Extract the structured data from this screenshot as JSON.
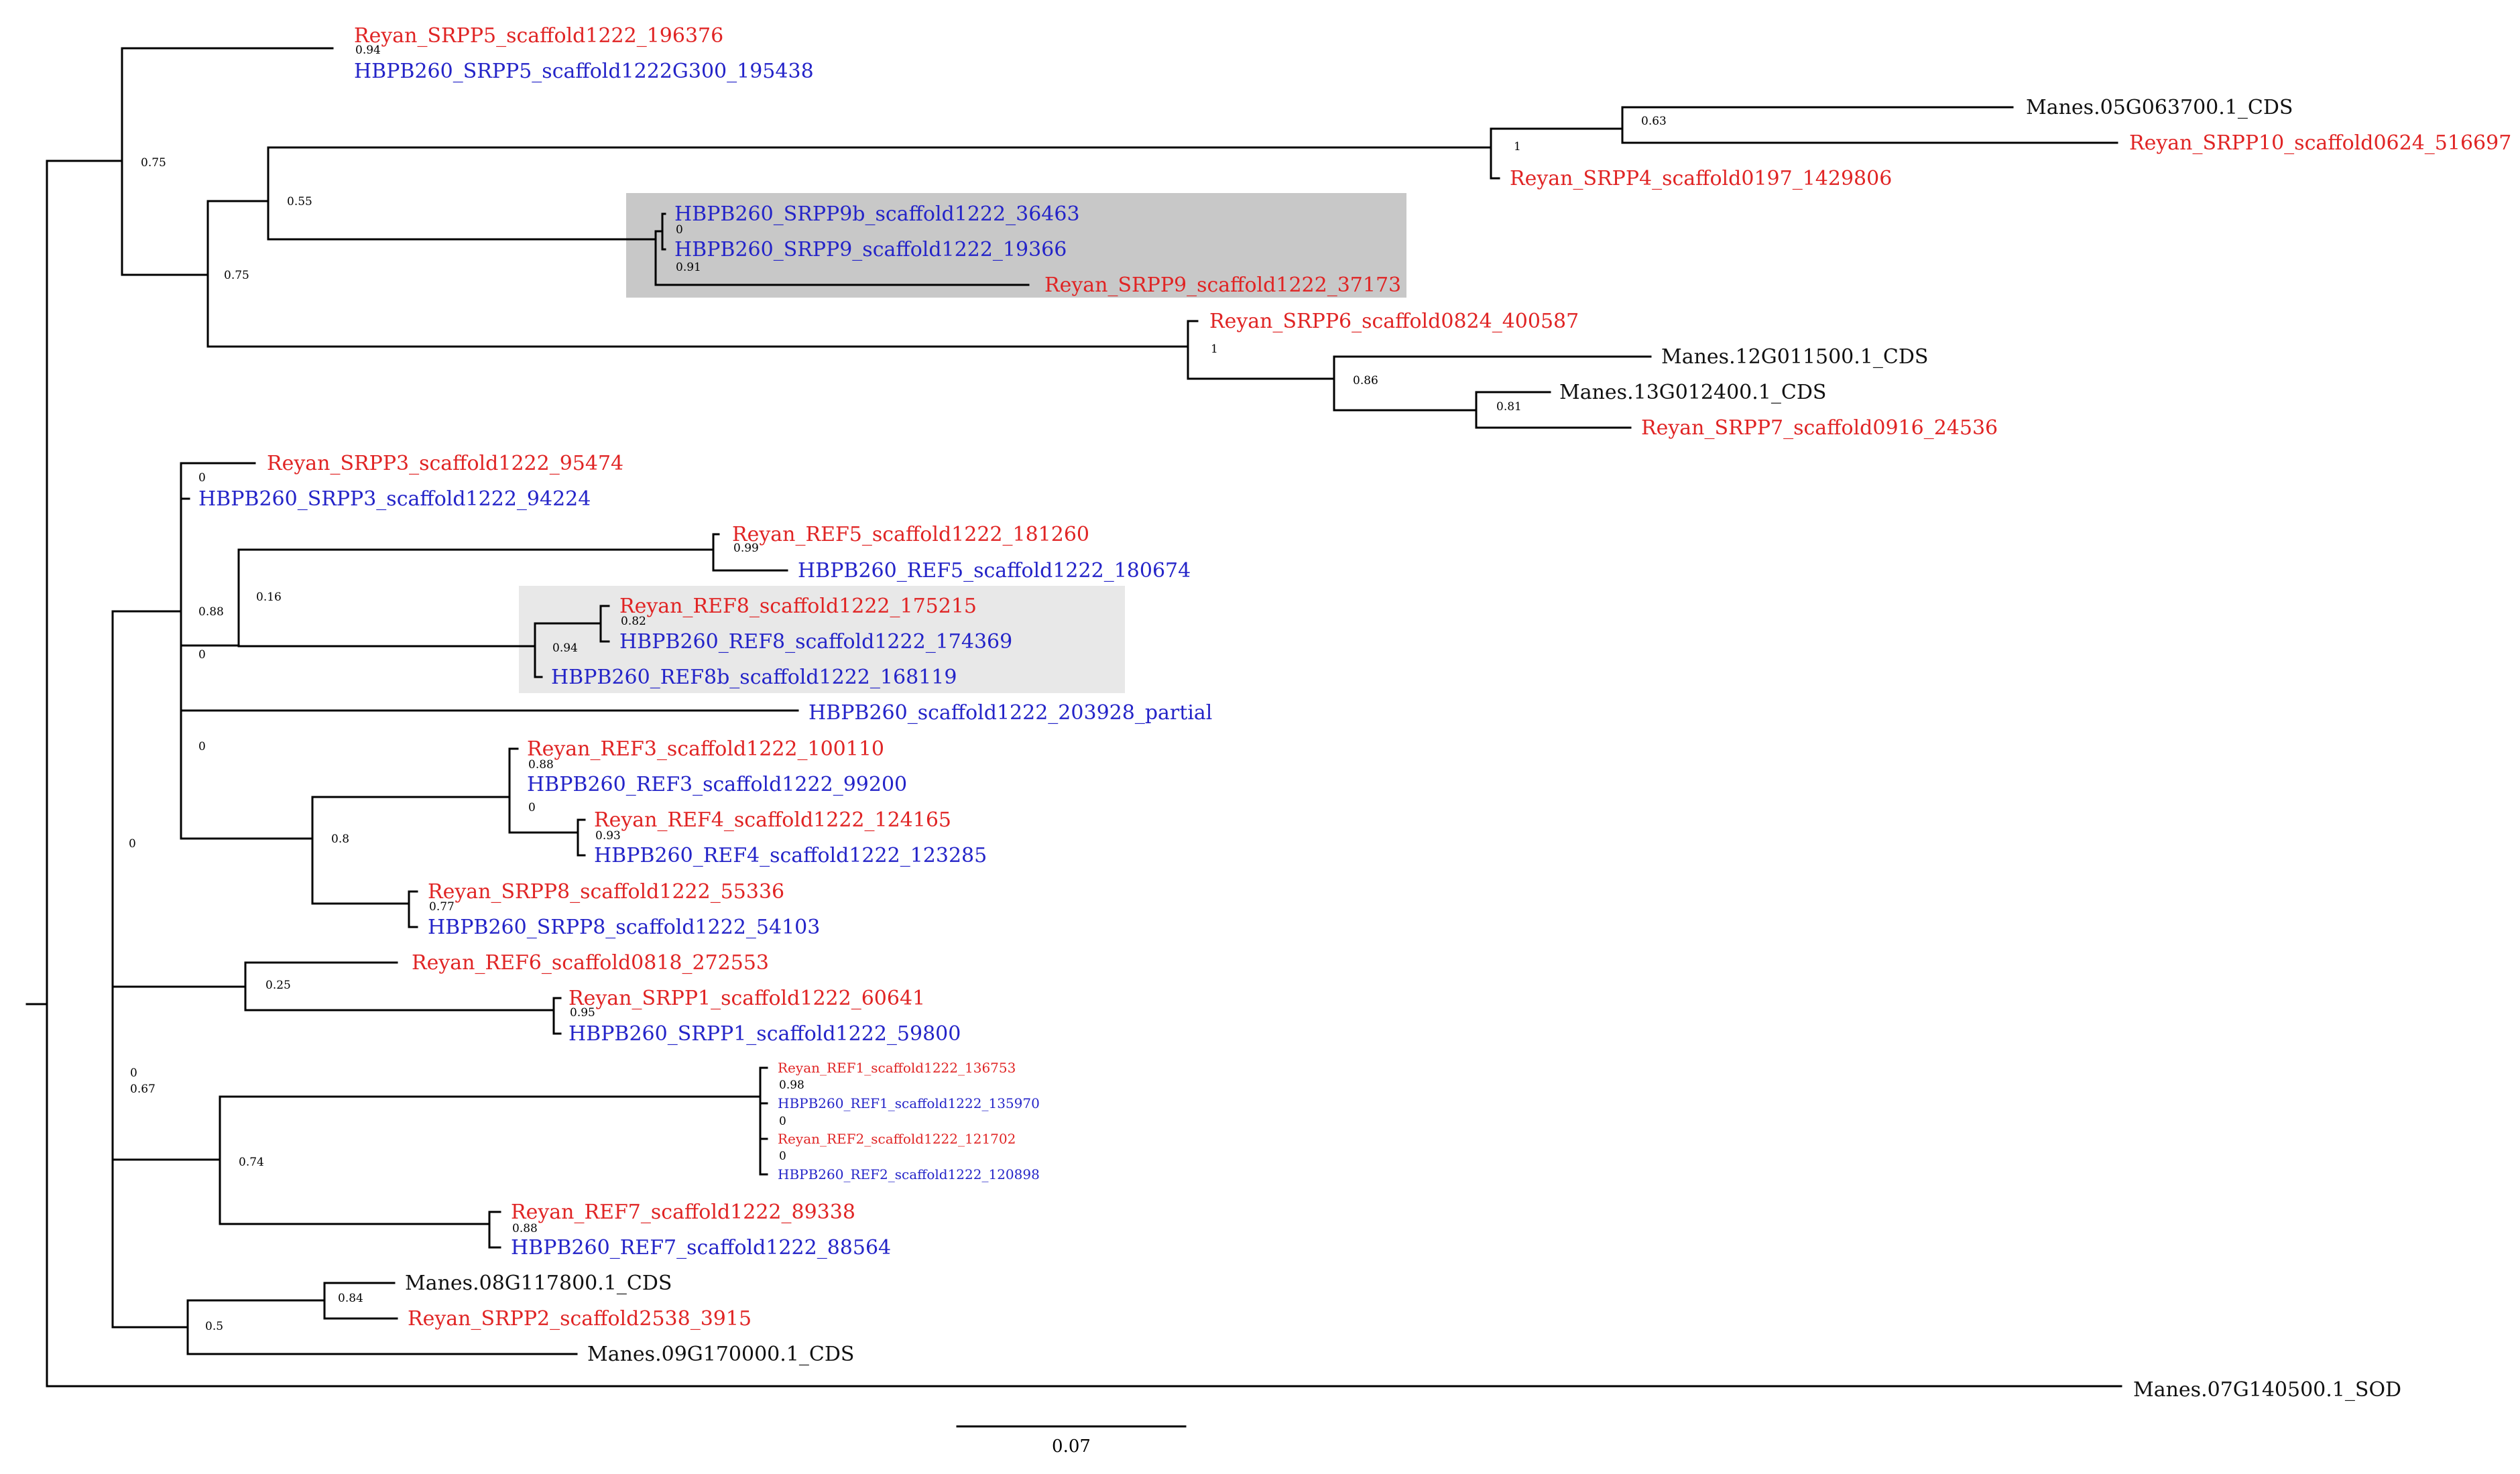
{
  "colors": {
    "reyan": "#e02424",
    "hbpb": "#2424c8",
    "reference": "#111111",
    "highlight_dark": "#c8c8c8",
    "highlight_light": "#e8e8e8",
    "edge": "#000000"
  },
  "tree": {
    "tips": [
      {
        "label": "Reyan_SRPP5_scaffold1222_196376",
        "group": "reyan"
      },
      {
        "label": "HBPB260_SRPP5_scaffold1222G300_195438",
        "group": "hbpb"
      },
      {
        "label": "Manes.05G063700.1_CDS",
        "group": "reference"
      },
      {
        "label": "Reyan_SRPP10_scaffold0624_516697",
        "group": "reyan"
      },
      {
        "label": "Reyan_SRPP4_scaffold0197_1429806",
        "group": "reyan"
      },
      {
        "label": "HBPB260_SRPP9b_scaffold1222_36463",
        "group": "hbpb"
      },
      {
        "label": "HBPB260_SRPP9_scaffold1222_19366",
        "group": "hbpb"
      },
      {
        "label": "Reyan_SRPP9_scaffold1222_37173",
        "group": "reyan"
      },
      {
        "label": "Reyan_SRPP6_scaffold0824_400587",
        "group": "reyan"
      },
      {
        "label": "Manes.12G011500.1_CDS",
        "group": "reference"
      },
      {
        "label": "Manes.13G012400.1_CDS",
        "group": "reference"
      },
      {
        "label": "Reyan_SRPP7_scaffold0916_24536",
        "group": "reyan"
      },
      {
        "label": "Reyan_SRPP3_scaffold1222_95474",
        "group": "reyan"
      },
      {
        "label": "HBPB260_SRPP3_scaffold1222_94224",
        "group": "hbpb"
      },
      {
        "label": "Reyan_REF5_scaffold1222_181260",
        "group": "reyan"
      },
      {
        "label": "HBPB260_REF5_scaffold1222_180674",
        "group": "hbpb"
      },
      {
        "label": "Reyan_REF8_scaffold1222_175215",
        "group": "reyan"
      },
      {
        "label": "HBPB260_REF8_scaffold1222_174369",
        "group": "hbpb"
      },
      {
        "label": "HBPB260_REF8b_scaffold1222_168119",
        "group": "hbpb"
      },
      {
        "label": "HBPB260_scaffold1222_203928_partial",
        "group": "hbpb"
      },
      {
        "label": "Reyan_REF3_scaffold1222_100110",
        "group": "reyan"
      },
      {
        "label": "HBPB260_REF3_scaffold1222_99200",
        "group": "hbpb"
      },
      {
        "label": "Reyan_REF4_scaffold1222_124165",
        "group": "reyan"
      },
      {
        "label": "HBPB260_REF4_scaffold1222_123285",
        "group": "hbpb"
      },
      {
        "label": "Reyan_SRPP8_scaffold1222_55336",
        "group": "reyan"
      },
      {
        "label": "HBPB260_SRPP8_scaffold1222_54103",
        "group": "hbpb"
      },
      {
        "label": "Reyan_REF6_scaffold0818_272553",
        "group": "reyan"
      },
      {
        "label": "Reyan_SRPP1_scaffold1222_60641",
        "group": "reyan"
      },
      {
        "label": "HBPB260_SRPP1_scaffold1222_59800",
        "group": "hbpb"
      },
      {
        "label": "Reyan_REF1_scaffold1222_136753",
        "group": "reyan"
      },
      {
        "label": "HBPB260_REF1_scaffold1222_135970",
        "group": "hbpb"
      },
      {
        "label": "Reyan_REF2_scaffold1222_121702",
        "group": "reyan"
      },
      {
        "label": "HBPB260_REF2_scaffold1222_120898",
        "group": "hbpb"
      },
      {
        "label": "Reyan_REF7_scaffold1222_89338",
        "group": "reyan"
      },
      {
        "label": "HBPB260_REF7_scaffold1222_88564",
        "group": "hbpb"
      },
      {
        "label": "Manes.08G117800.1_CDS",
        "group": "reference"
      },
      {
        "label": "Reyan_SRPP2_scaffold2538_3915",
        "group": "reyan"
      },
      {
        "label": "Manes.09G170000.1_CDS",
        "group": "reference"
      },
      {
        "label": "Manes.07G140500.1_SOD",
        "group": "reference"
      }
    ],
    "support_values": [
      "0.94",
      "0.75",
      "0.55",
      "0.75",
      "0.63",
      "1",
      "0",
      "0.91",
      "1",
      "0.86",
      "0.81",
      "0",
      "0.88",
      "0.16",
      "0.99",
      "0.82",
      "0.94",
      "0",
      "0",
      "0.88",
      "0",
      "0.93",
      "0.8",
      "0.77",
      "0",
      "0.25",
      "0.95",
      "0",
      "0.67",
      "0.98",
      "0",
      "0",
      "0.74",
      "0.88",
      "0.84",
      "0.5"
    ],
    "highlighted_clades": [
      {
        "tips": [
          "HBPB260_SRPP9b_scaffold1222_36463",
          "HBPB260_SRPP9_scaffold1222_19366",
          "Reyan_SRPP9_scaffold1222_37173"
        ],
        "shade": "highlight_dark"
      },
      {
        "tips": [
          "Reyan_REF8_scaffold1222_175215",
          "HBPB260_REF8_scaffold1222_174369",
          "HBPB260_REF8b_scaffold1222_168119"
        ],
        "shade": "highlight_light"
      }
    ]
  },
  "scale_bar": {
    "label": "0.07",
    "value": 0.07
  }
}
